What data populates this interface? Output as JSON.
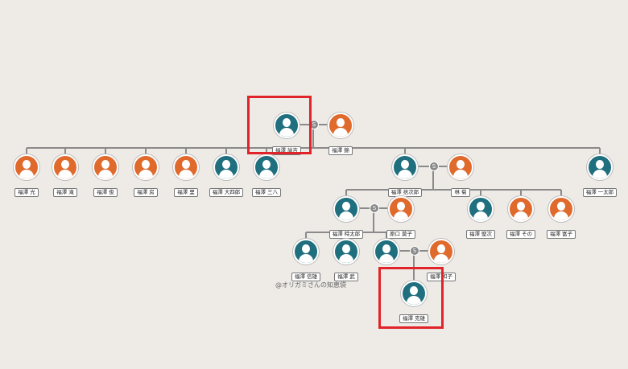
{
  "watermark": "@オリガミさんの知恵袋",
  "marriage_symbol": "S",
  "colors": {
    "male": "#1f6f7e",
    "female": "#e06a2c",
    "line": "#8a8a8a",
    "highlight": "#e0242a"
  },
  "people": {
    "yukichi": "福澤 諭吉",
    "kin": "福澤 錦",
    "mitsu": "福澤 光",
    "taki": "福澤 滝",
    "shun": "福澤 俊",
    "fusa": "福澤 房",
    "sato": "福澤 里",
    "daishiro": "福澤 大四郎",
    "sanpachi": "福澤 三八",
    "sutejiro": "福澤 捨次郎",
    "kiku": "林 菊",
    "ichitaro": "福澤 一太郎",
    "tokitaro": "福澤 時太郎",
    "masako": "原口 莫子",
    "kenji": "福澤 堅次",
    "sono": "福澤 その",
    "tomiko": "福澤 富子",
    "nobuo": "福澤 信雄",
    "takeshi": "福澤 武",
    "wife3": "",
    "kazuko": "福澤 和子",
    "katsuo": "福澤 克雄"
  }
}
